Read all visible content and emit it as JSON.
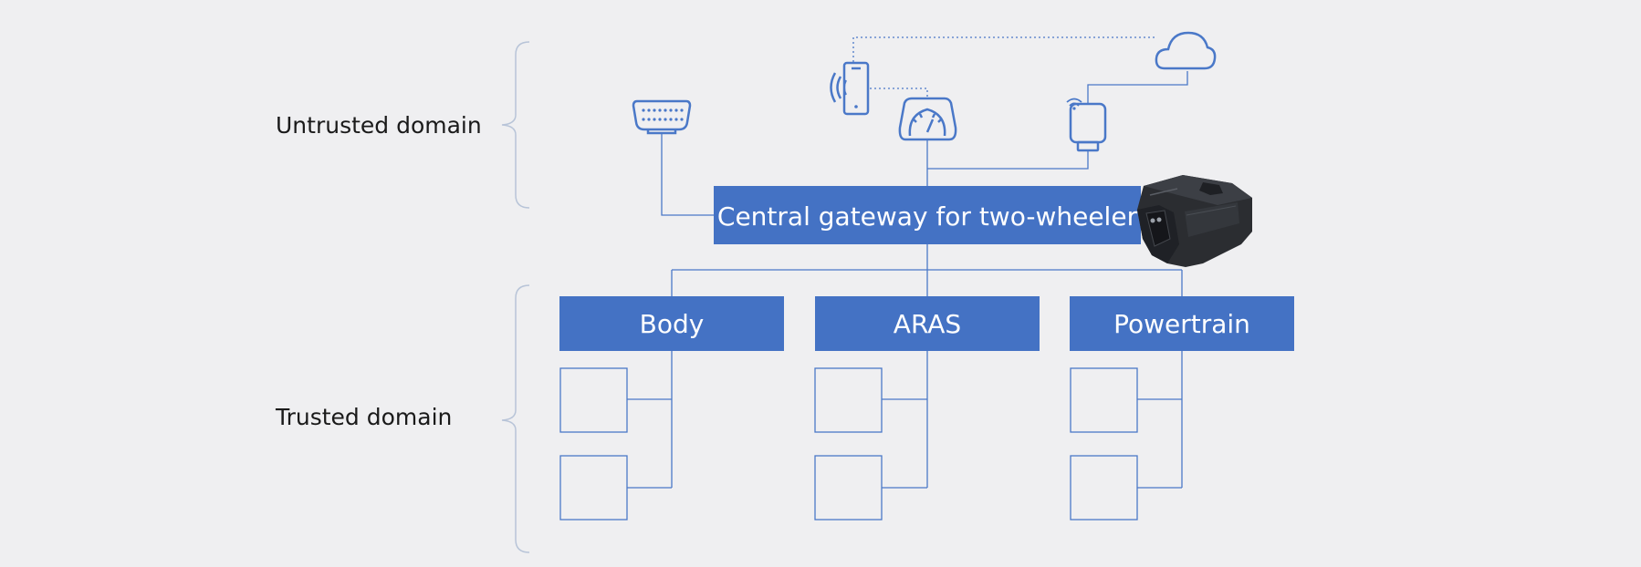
{
  "domains": {
    "untrusted_label": "Untrusted domain",
    "trusted_label": "Trusted domain"
  },
  "gateway": {
    "label": "Central gateway for two-wheeler",
    "device_icon": "gateway-device-icon"
  },
  "sub_domains": [
    {
      "label": "Body"
    },
    {
      "label": "ARAS"
    },
    {
      "label": "Powertrain"
    }
  ],
  "external_devices": [
    {
      "icon": "obd-connector-icon"
    },
    {
      "icon": "smartphone-icon"
    },
    {
      "icon": "instrument-cluster-icon"
    },
    {
      "icon": "telematics-box-icon"
    },
    {
      "icon": "cloud-icon"
    }
  ],
  "colors": {
    "background": "#efeff1",
    "accent": "#4472c4",
    "line": "#4a78c8",
    "bracket": "#b8c4d8",
    "device": "#2b2d31"
  }
}
